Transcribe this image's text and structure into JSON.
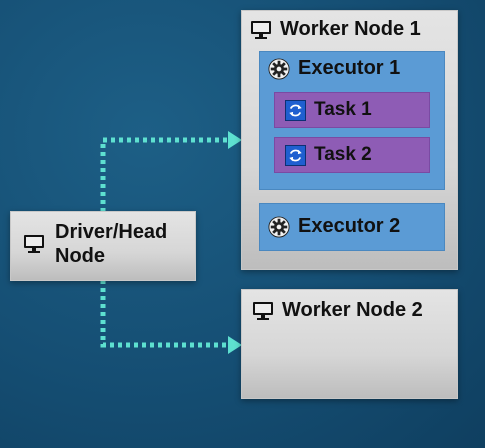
{
  "driver": {
    "line1": "Driver/Head",
    "line2": "Node",
    "icon": "monitor-icon"
  },
  "worker1": {
    "title": "Worker Node 1",
    "icon": "monitor-icon",
    "executor1": {
      "title": "Executor 1",
      "icon": "gear-icon",
      "tasks": [
        {
          "label": "Task 1",
          "icon": "refresh-icon"
        },
        {
          "label": "Task 2",
          "icon": "refresh-icon"
        }
      ]
    },
    "executor2": {
      "title": "Executor 2",
      "icon": "gear-icon"
    }
  },
  "worker2": {
    "title": "Worker Node 2",
    "icon": "monitor-icon"
  },
  "colors": {
    "background": "#154e73",
    "node": "#d6d6d6",
    "executor": "#5b9bd5",
    "task": "#8e5cb5",
    "connector": "#5ee0d0"
  }
}
